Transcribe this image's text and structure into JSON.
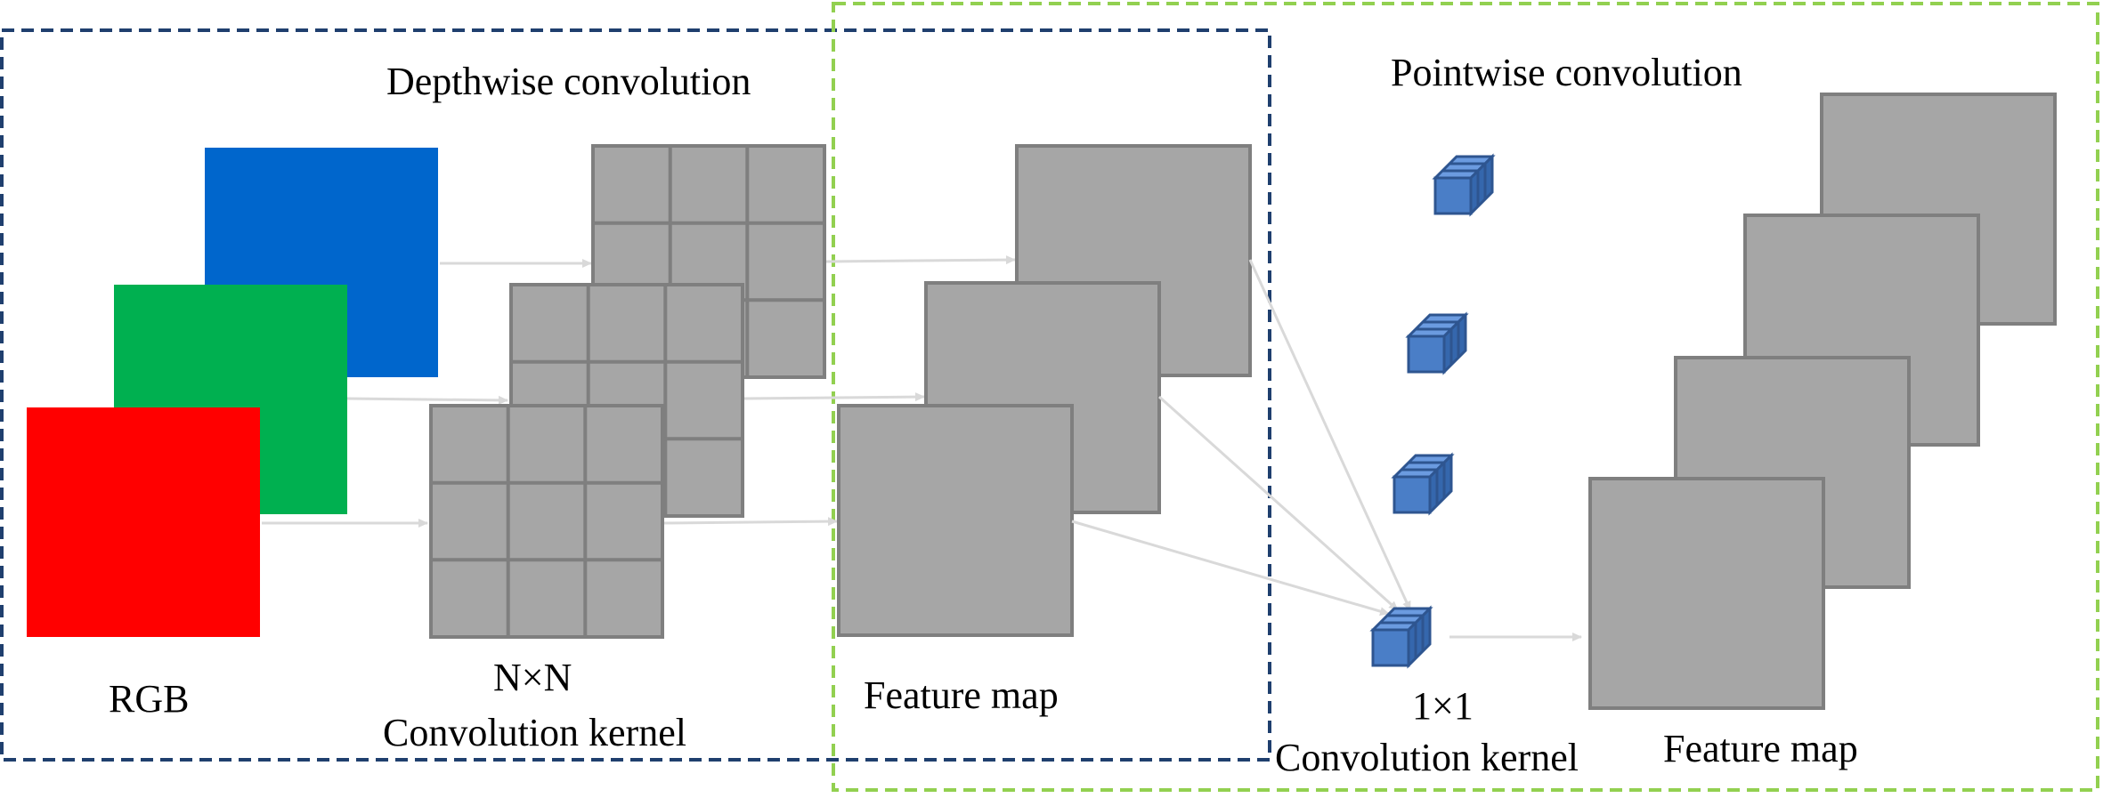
{
  "labels": {
    "depthwise": "Depthwise convolution",
    "pointwise": "Pointwise convolution",
    "rgb": "RGB",
    "nxn": "N×N",
    "conv_kernel_left": "Convolution kernel",
    "feature_map_left": "Feature map",
    "one_by_one": "1×1",
    "conv_kernel_right": "Convolution kernel",
    "feature_map_right": "Feature map"
  },
  "colors": {
    "blue_channel": "#0066cc",
    "green_channel": "#00b050",
    "red_channel": "#ff0000",
    "gray_square": "#a6a6a6",
    "gray_border": "#7f7f7f",
    "kernel_fill": "#4a7ec7",
    "kernel_edge": "#2e5590",
    "depthwise_box": "#1f3f6e",
    "pointwise_box": "#92d050",
    "arrow": "#d9d9d9"
  }
}
